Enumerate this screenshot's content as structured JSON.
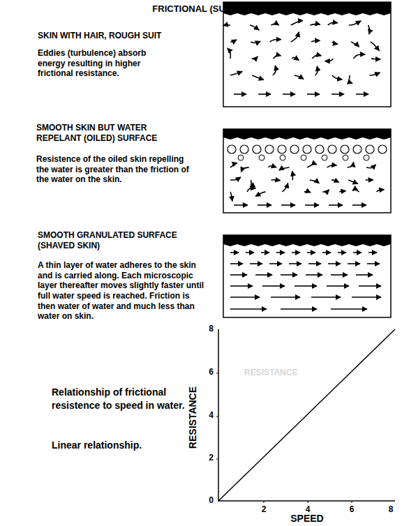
{
  "diagram": {
    "title": "FRICTIONAL (SURFACE) RESISTANCE",
    "labels": [
      "SKIN WITH HAIR, ROUGH SUIT",
      "Eddies (turbulence) absorb energy resulting in higher frictional resistance.",
      "SMOOTH SKIN BUT WATER REPELANT (OILED) SURFACE",
      "Resistence of the oiled skin repelling the water is greater than the friction of the water on the skin.",
      "SMOOTH GRANULATED SURFACE (SHAVED SKIN)",
      "A thin layer of water adheres to the skin and is carried along. Each microscopic layer thereafter moves slightly faster until full water speed is reached. Friction is then water of water and much less than water on skin.",
      "RESISTANCE",
      "Relationship of frictional resistence to speed in water.",
      "Linear relationship.",
      "RESISTANCE",
      "SPEED",
      "8",
      "6",
      "4",
      "2",
      "0",
      "2",
      "4",
      "6",
      "8"
    ]
  }
}
